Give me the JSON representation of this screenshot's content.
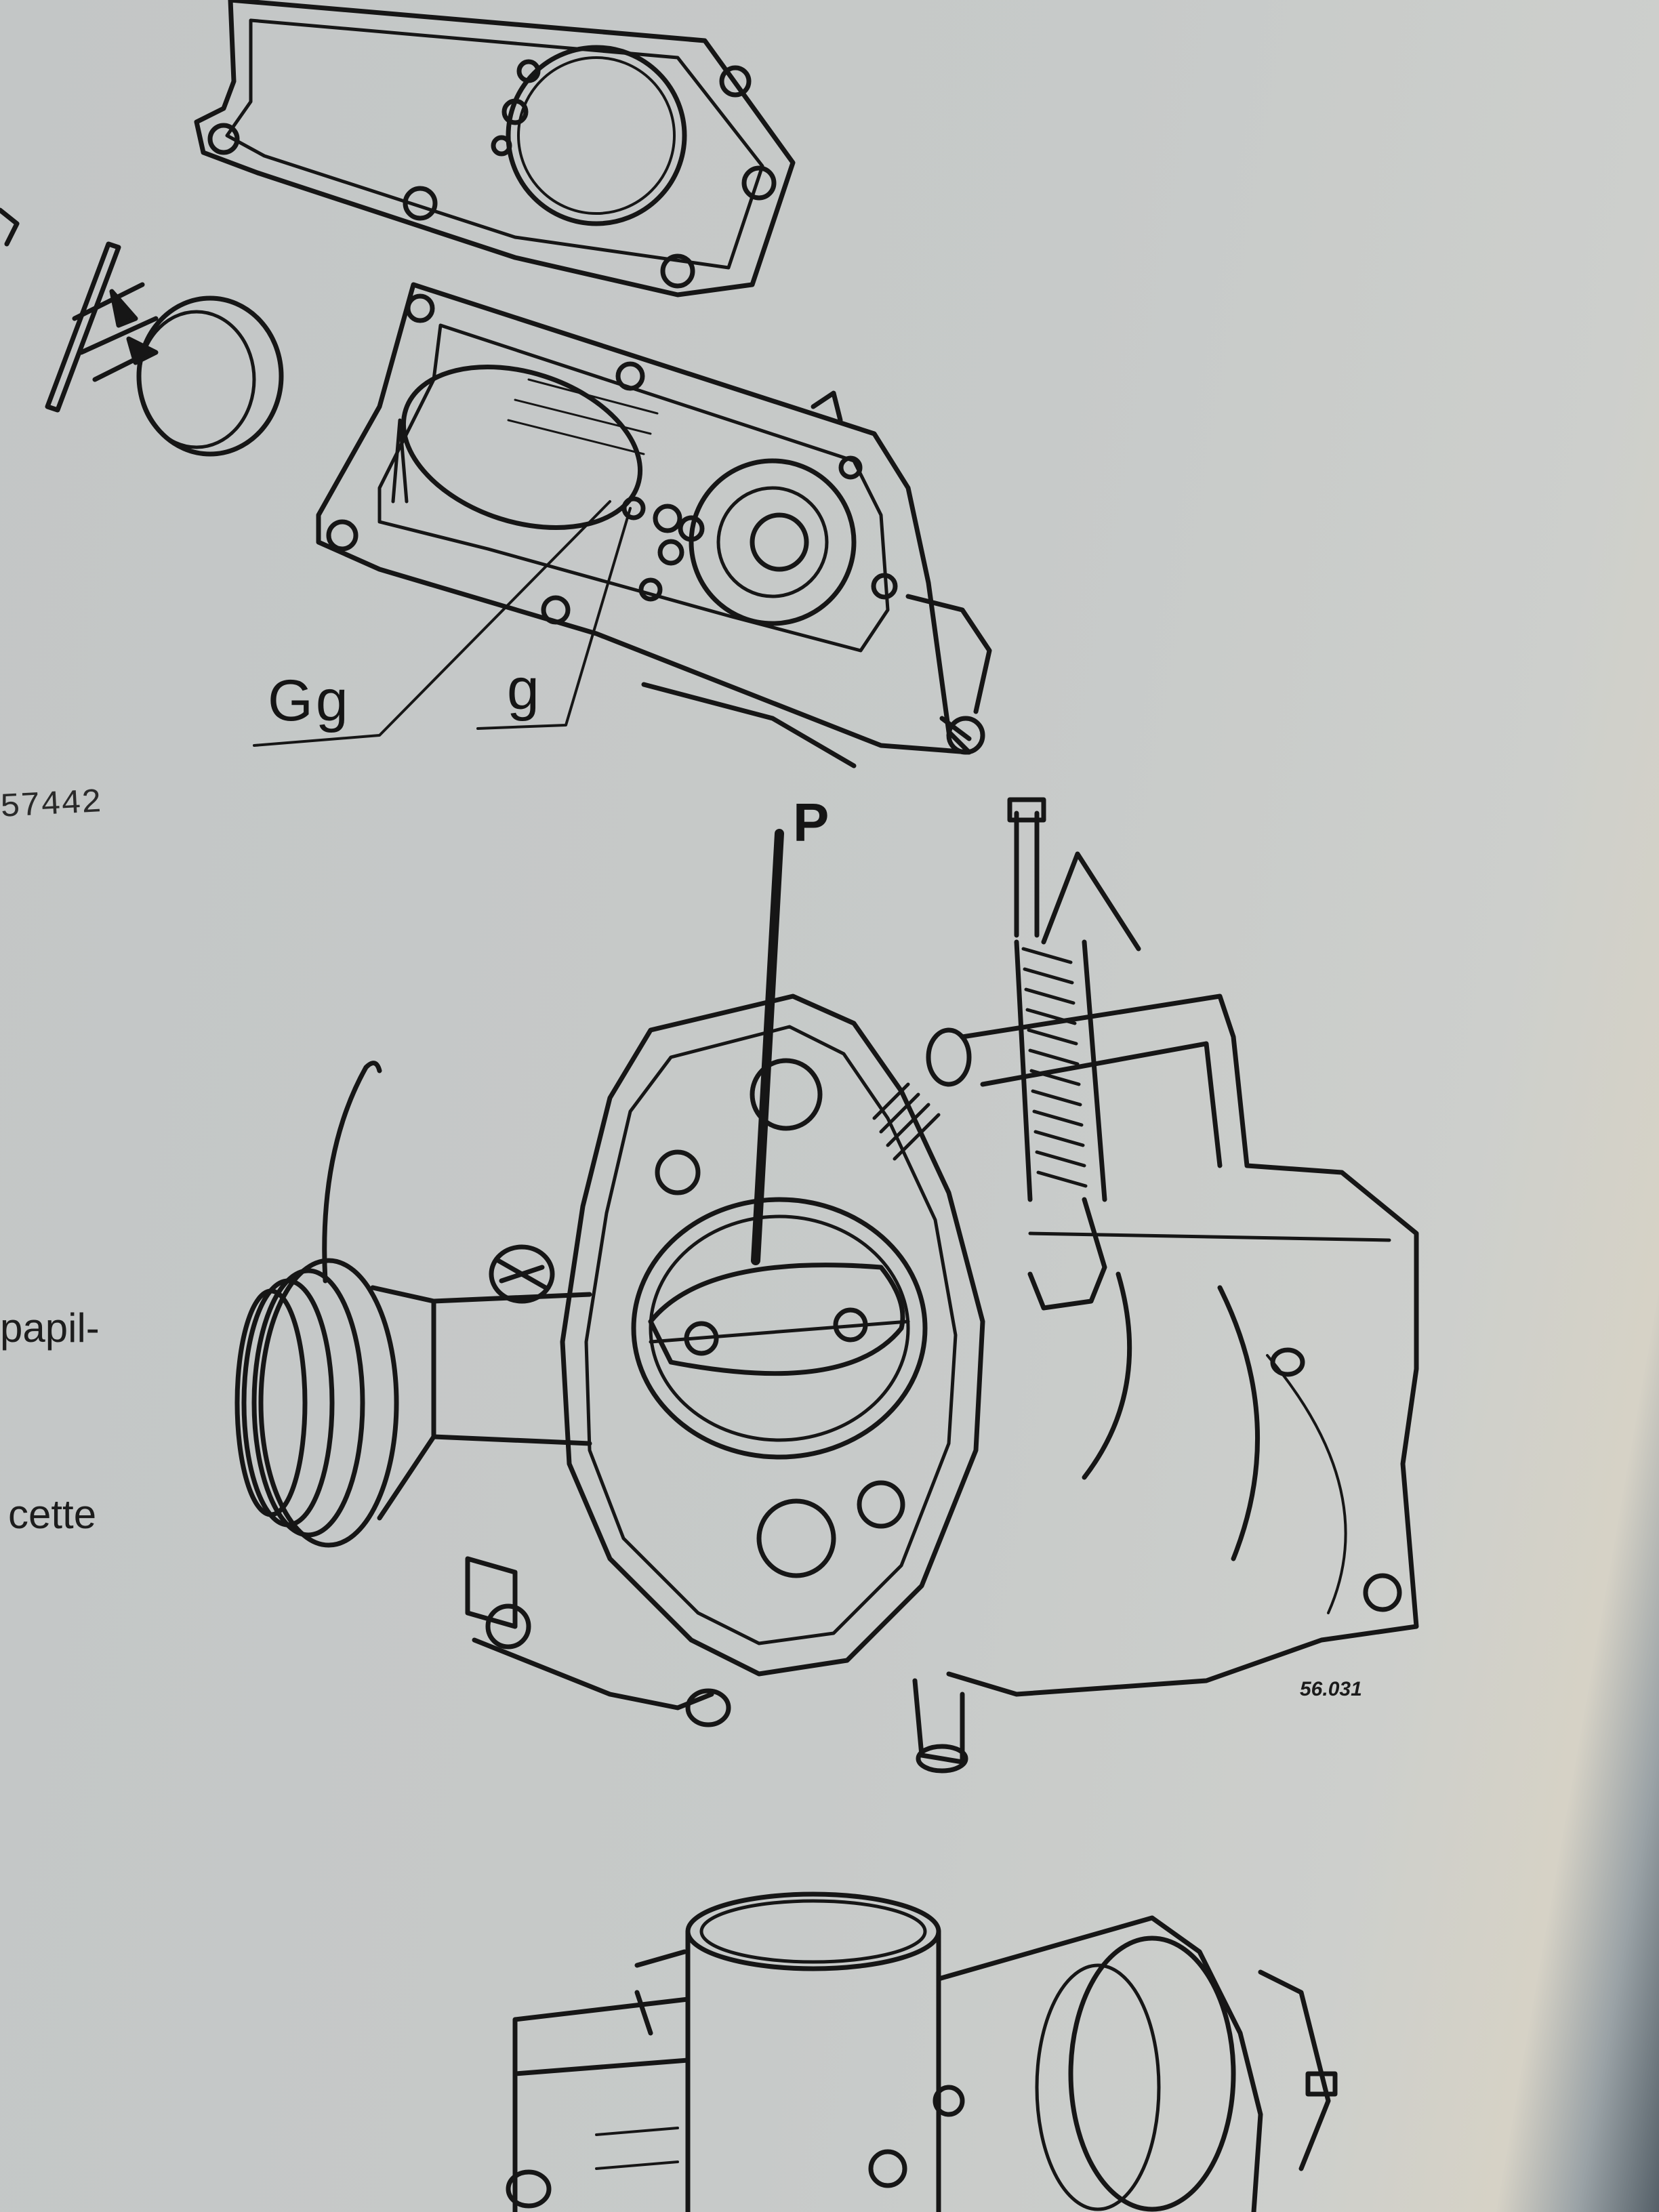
{
  "labels": {
    "Gg": "Gg",
    "g": "g",
    "P": "P"
  },
  "figure_numbers": {
    "top": "57442",
    "middle": "56.031"
  },
  "body_text": {
    "line1": "papil-",
    "line2": "cette"
  },
  "colors": {
    "paper": "#c7cac9",
    "ink": "#151515"
  }
}
